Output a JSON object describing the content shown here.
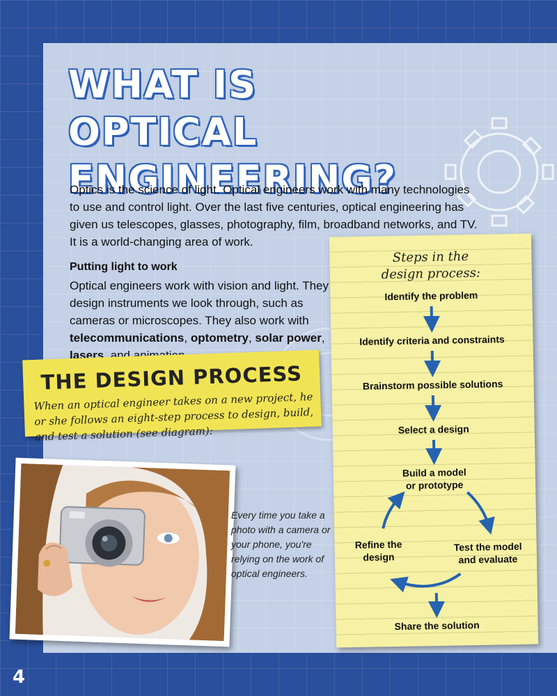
{
  "page": {
    "title": "WHAT IS OPTICAL ENGINEERING?",
    "intro": "Optics is the science of light. Optical engineers work with many technologies to use and control light. Over the last five centuries, optical engineering has given us telescopes, glasses, photography, film, broadband networks, and TV. It is a world-changing area of work.",
    "page_number": "4",
    "background_color": "#2a4f9c",
    "panel_color": "#c4d1e6",
    "accent_color": "#2f62b8"
  },
  "putting_light_to_work": {
    "heading": "Putting light to work",
    "text_1": "Optical engineers work with vision and light. They design instruments we look through, such as cameras or microscopes. They also work with ",
    "bold_1": "telecommunications",
    "sep_1": ", ",
    "bold_2": "optometry",
    "sep_2": ", ",
    "bold_3": "solar power",
    "sep_3": ", ",
    "bold_4": "lasers",
    "text_end": ", and animation."
  },
  "design_process_box": {
    "heading": "THE DESIGN PROCESS",
    "text": "When an optical engineer takes on a new project, he or she follows an eight-step process to design, build, and test a solution (see diagram):",
    "color": "#f1e454"
  },
  "photo": {
    "icon": "woman-with-camera-image",
    "caption": "Every time you take a photo with a camera or your phone, you're relying on the work of optical engineers."
  },
  "steps": {
    "title_line1": "Steps in the",
    "title_line2": "design process:",
    "items": [
      "Identify the problem",
      "Identify criteria and constraints",
      "Brainstorm possible solutions",
      "Select a design",
      "Build a model",
      "or prototype",
      "Test the model",
      "and evaluate",
      "Refine the",
      "design",
      "Share the solution"
    ],
    "arrow_color": "#2563b0",
    "notepad_color": "#f6f1a4"
  }
}
